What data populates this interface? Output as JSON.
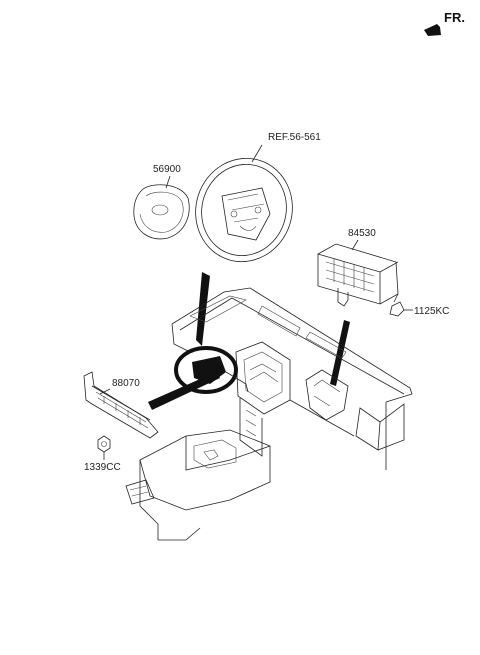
{
  "direction": {
    "label": "FR."
  },
  "parts": {
    "steering_wheel_ref": "REF.56-561",
    "driver_airbag": "56900",
    "passenger_airbag": "84530",
    "bolt": "1125KC",
    "knee_airbag": "88070",
    "nut": "1339CC"
  },
  "colors": {
    "line": "#222222",
    "leader": "#111111",
    "background": "#ffffff"
  }
}
